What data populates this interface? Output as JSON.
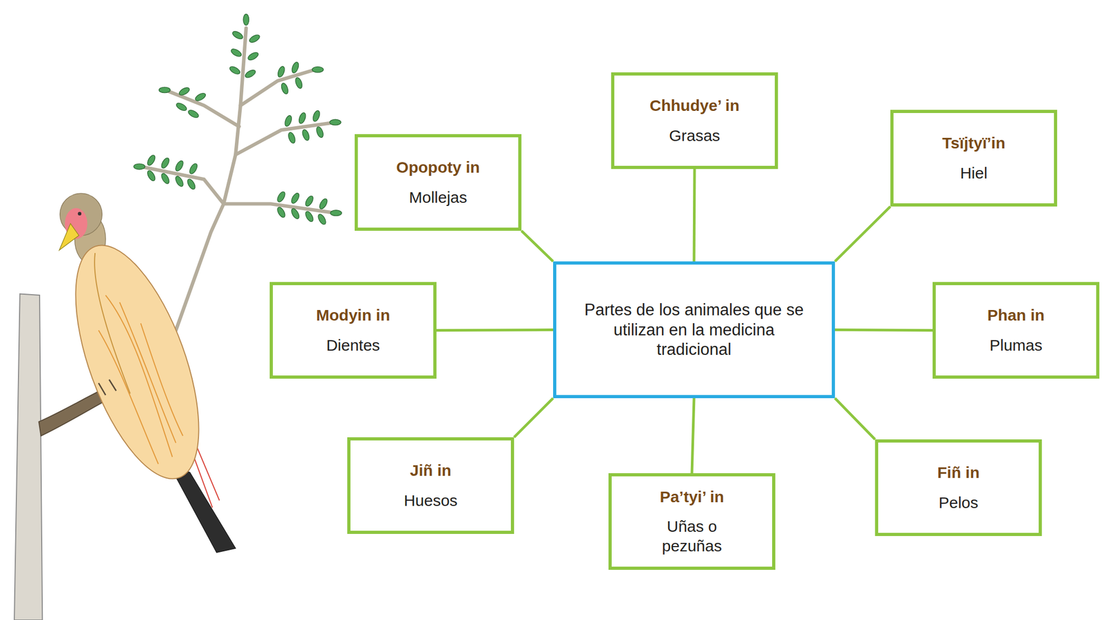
{
  "diagram": {
    "nodes": [
      {
        "text": [
          "Partes de los animales que se utilizan en la medicina tradicional"
        ]
      },
      {
        "text": [
          "Opopoty in",
          "Mollejas"
        ]
      },
      {
        "text": [
          "Chhudye’ in",
          "Grasas"
        ]
      },
      {
        "text": [
          "Tsïjtyï’in",
          "Hiel"
        ]
      },
      {
        "text": [
          "Modyin in",
          "Dientes"
        ]
      },
      {
        "text": [
          "Phan in",
          "Plumas"
        ]
      },
      {
        "text": [
          "Jiñ in",
          "Huesos"
        ]
      },
      {
        "text": [
          "Pa’tyi’ in",
          "Uñas o pezuñas"
        ]
      },
      {
        "text": [
          "Fiñ in",
          "Pelos"
        ]
      }
    ],
    "edges": [
      {
        "from": 0,
        "to": 1,
        "arrow": "none"
      },
      {
        "from": 0,
        "to": 2,
        "arrow": "none"
      },
      {
        "from": 0,
        "to": 3,
        "arrow": "none"
      },
      {
        "from": 0,
        "to": 4,
        "arrow": "none"
      },
      {
        "from": 0,
        "to": 5,
        "arrow": "none"
      },
      {
        "from": 0,
        "to": 6,
        "arrow": "none"
      },
      {
        "from": 0,
        "to": 7,
        "arrow": "none"
      },
      {
        "from": 0,
        "to": 8,
        "arrow": "none"
      }
    ]
  }
}
